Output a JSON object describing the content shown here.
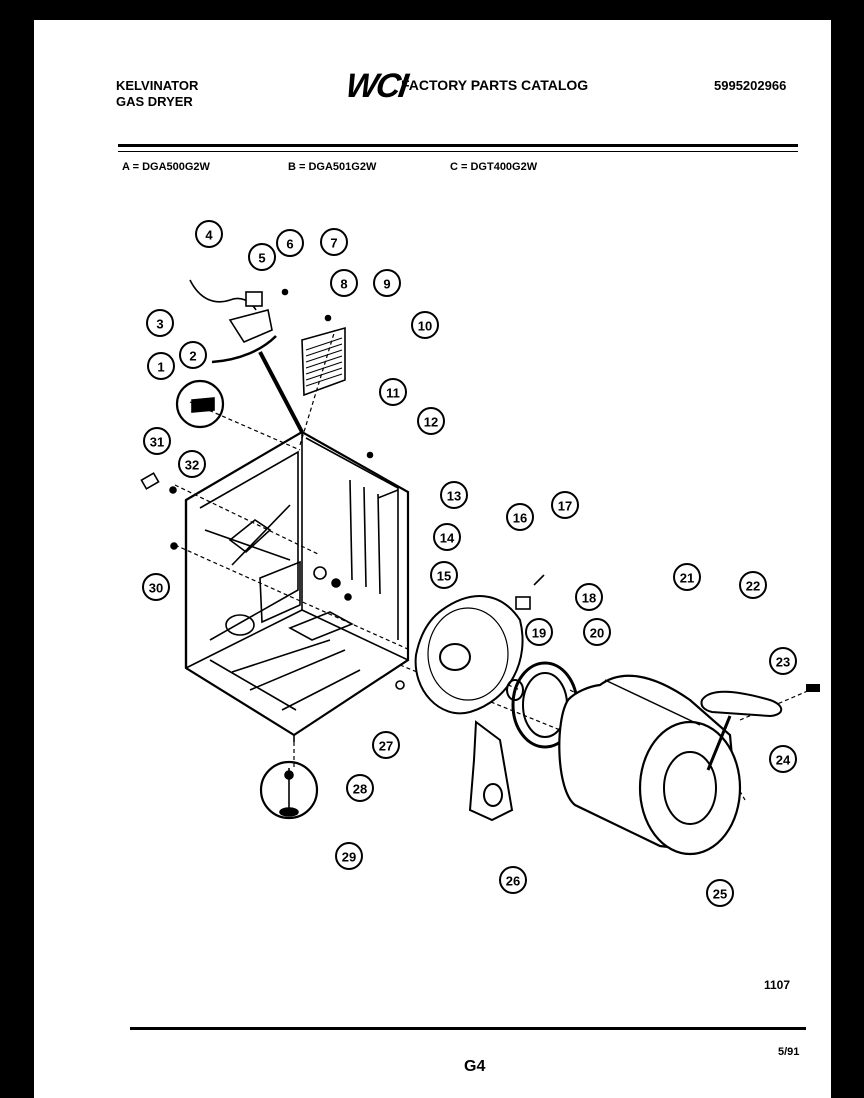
{
  "header": {
    "brand_line1": "KELVINATOR",
    "brand_line2": "GAS DRYER",
    "logo": "WCI",
    "catalog_title": "FACTORY PARTS CATALOG",
    "part_number": "5995202966"
  },
  "models": {
    "a": "A = DGA500G2W",
    "b": "B = DGA501G2W",
    "c": "C = DGT400G2W"
  },
  "callouts": [
    "1",
    "2",
    "3",
    "4",
    "5",
    "6",
    "7",
    "8",
    "9",
    "10",
    "11",
    "12",
    "13",
    "14",
    "15",
    "16",
    "17",
    "18",
    "19",
    "20",
    "21",
    "22",
    "23",
    "24",
    "25",
    "26",
    "27",
    "28",
    "29",
    "30",
    "31",
    "32"
  ],
  "footer": {
    "figure_number": "1107",
    "page_id": "G4",
    "date": "5/91"
  }
}
